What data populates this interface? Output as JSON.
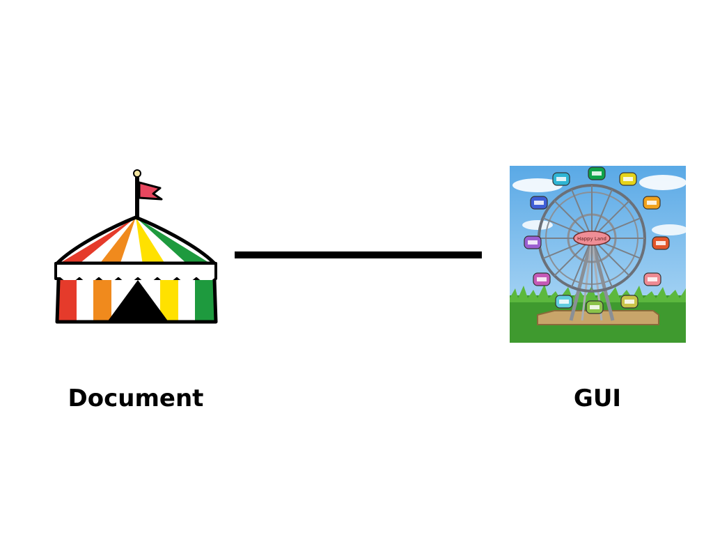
{
  "nodes": {
    "left": {
      "label": "Document",
      "icon": "circus-tent-icon"
    },
    "right": {
      "label": "GUI",
      "icon": "ferris-wheel-icon",
      "sign_text": "Happy Land"
    }
  },
  "connector": {
    "type": "line",
    "color": "#000000"
  },
  "colors": {
    "tent_stripes": [
      "#e53b2b",
      "#f08a1d",
      "#ffe100",
      "#1e9a3e"
    ],
    "flag": "#e8475f",
    "sky": "#7cc0ec",
    "grass": "#3f9a2f",
    "gondolas": [
      "#0fa34a",
      "#e4d21b",
      "#f0a21d",
      "#e2562a",
      "#ee8a93",
      "#c9c44a",
      "#8bc34a",
      "#62cddf",
      "#c55ab7",
      "#9b5fd1",
      "#3f5ed6",
      "#2fb4d3"
    ]
  }
}
